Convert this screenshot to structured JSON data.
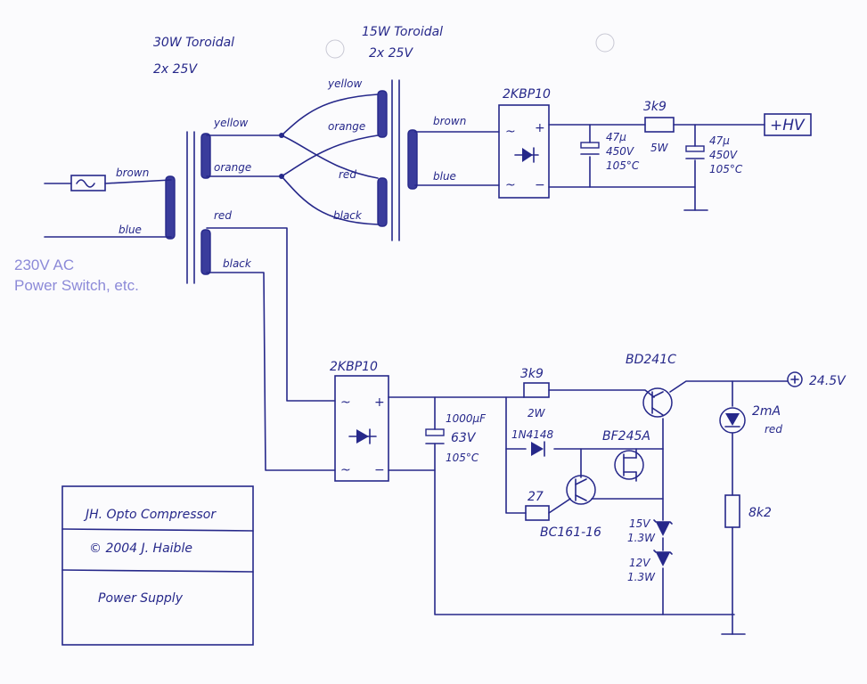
{
  "transformers": {
    "t1": {
      "title": "30W Toroidal",
      "rating": "2x 25V"
    },
    "t2": {
      "title": "15W Toroidal",
      "rating": "2x 25V"
    }
  },
  "wires": {
    "mains_brown": "brown",
    "mains_blue": "blue",
    "t1_yellow": "yellow",
    "t1_orange": "orange",
    "t1_red": "red",
    "t1_black": "black",
    "t2_yellow": "yellow",
    "t2_orange": "orange",
    "t2_red": "red",
    "t2_black": "black",
    "t2_brown": "brown",
    "t2_blue": "blue"
  },
  "mains_note": {
    "line1": "230V AC",
    "line2": "Power Switch, etc."
  },
  "hv_section": {
    "rectifier": "2KBP10",
    "cap1": [
      "47µ",
      "450V",
      "105°C"
    ],
    "resistor": "3k9",
    "resistor_power": "5W",
    "cap2": [
      "47µ",
      "450V",
      "105°C"
    ],
    "output": "+HV"
  },
  "lv_section": {
    "rectifier": "2KBP10",
    "cap": [
      "1000µF",
      "63V",
      "105°C"
    ],
    "resistor1": "3k9",
    "resistor1_power": "2W",
    "diode": "1N4148",
    "jfet": "BF245A",
    "transistor_pass": "BD241C",
    "resistor2": "27",
    "transistor_limit": "BC161-16",
    "zener1": [
      "15V",
      "1.3W"
    ],
    "zener2": [
      "12V",
      "1.3W"
    ],
    "led": [
      "2mA",
      "red"
    ],
    "resistor3": "8k2",
    "output": "24.5V"
  },
  "title_block": {
    "title": "JH. Opto Compressor",
    "copyright": "© 2004  J. Haible",
    "subtitle": "Power Supply"
  },
  "colors": {
    "ink": "#26288a",
    "typed": "#8c8ad8",
    "paper": "#fbfbfd"
  }
}
